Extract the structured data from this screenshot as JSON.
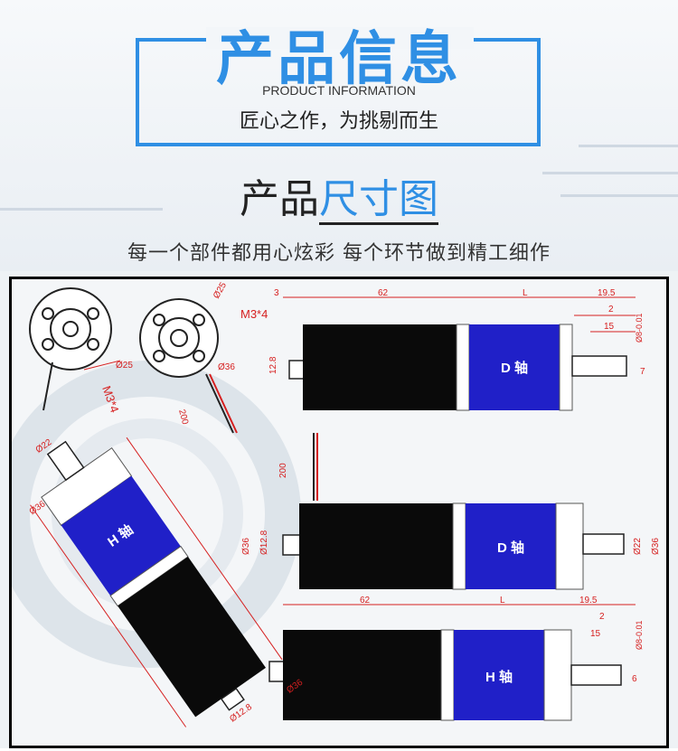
{
  "header": {
    "title": "产品信息",
    "subtitle_en": "PRODUCT INFORMATION",
    "slogan": "匠心之作，为挑剔而生"
  },
  "section": {
    "title_prefix": "产品",
    "title_highlight": "尺寸图",
    "subtitle": "每一个部件都用心炫彩 每个环节做到精工细作"
  },
  "drawing": {
    "front_views": {
      "dia_small": "Ø25",
      "dia_large": "Ø36",
      "thread": "M3*4",
      "wire_length": "200"
    },
    "motor_d_top": {
      "label": "D 轴",
      "dims": [
        "3",
        "62",
        "L",
        "19.5",
        "2",
        "15",
        "12.8",
        "7",
        "Ø8-0.01"
      ]
    },
    "motor_d_mid": {
      "label": "D 轴",
      "dims": [
        "200",
        "Ø36",
        "Ø12.8",
        "Ø22",
        "Ø36"
      ]
    },
    "motor_h_bottom": {
      "label": "H 轴",
      "dims": [
        "62",
        "L",
        "19.5",
        "2",
        "15",
        "6",
        "Ø8-0.01"
      ]
    },
    "motor_h_tilted": {
      "label": "H 轴",
      "dims": [
        "Ø36",
        "Ø22",
        "Ø12.8",
        "Ø36"
      ]
    }
  },
  "colors": {
    "accent": "#2f8fe4",
    "gear_box": "#2020c8",
    "motor_body": "#0a0a0a",
    "dimension_line": "#d62020"
  }
}
